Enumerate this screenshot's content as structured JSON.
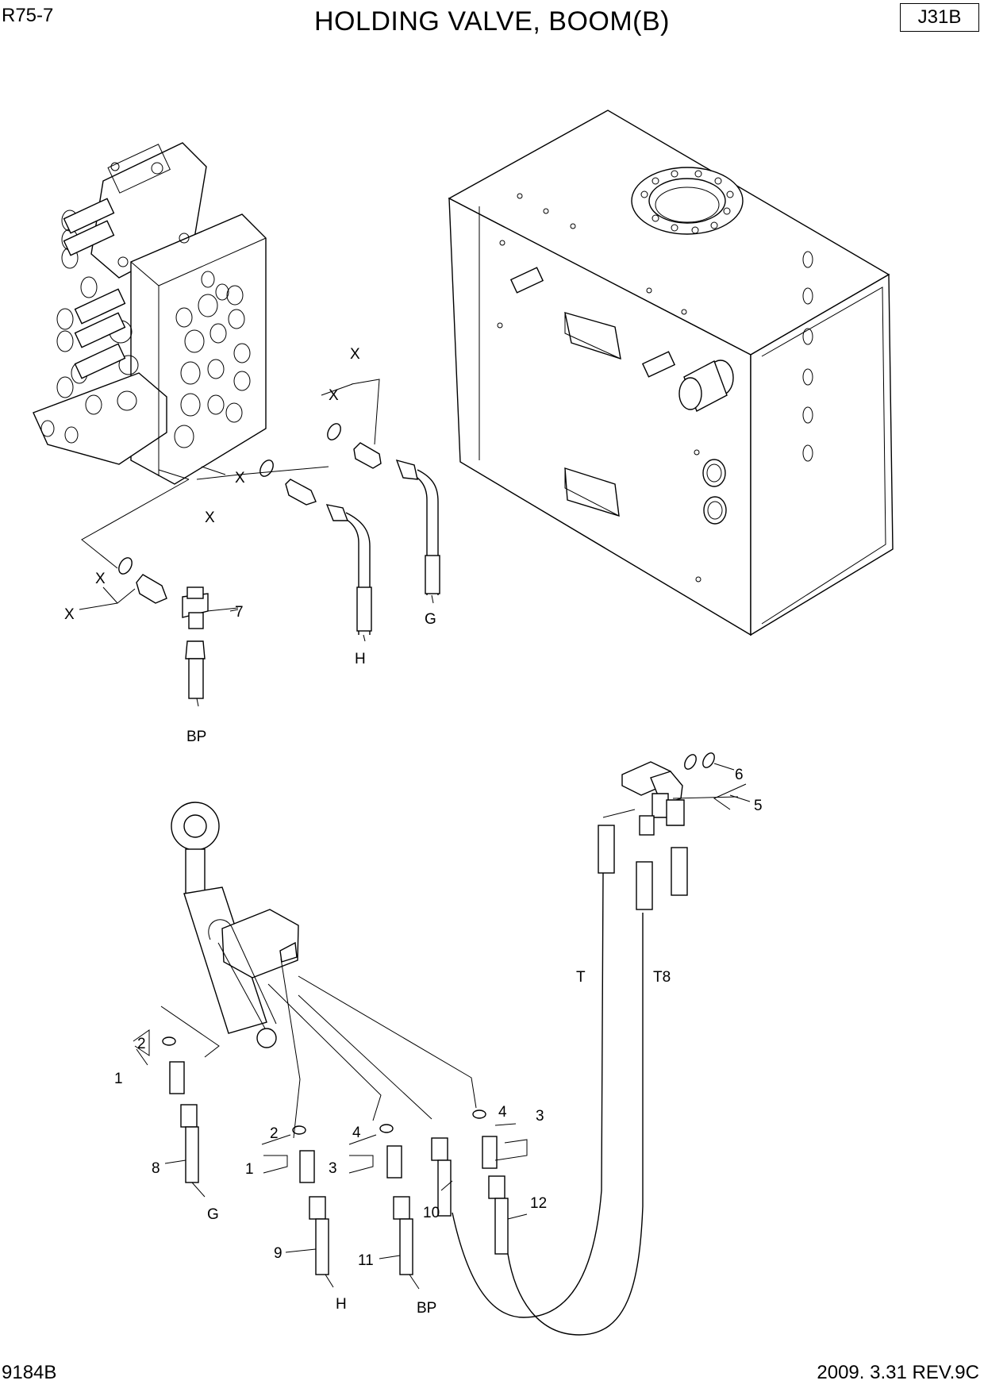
{
  "header": {
    "model": "R75-7",
    "title": "HOLDING VALVE, BOOM(B)",
    "page_code": "J31B"
  },
  "footer": {
    "drawing_number": "9184B",
    "revision_date": "2009. 3.31 REV.9C"
  },
  "callouts": {
    "x1": "X",
    "x2": "X",
    "x3": "X",
    "x4": "X",
    "x5": "X",
    "x6": "X",
    "seven": "7",
    "g_top": "G",
    "h_top": "H",
    "bp_top": "BP",
    "six": "6",
    "five": "5",
    "t": "T",
    "t8": "T8",
    "two_a": "2",
    "one_a": "1",
    "eight": "8",
    "g_bottom": "G",
    "two_b": "2",
    "one_b": "1",
    "nine": "9",
    "h_bottom": "H",
    "four_b": "4",
    "three_b": "3",
    "eleven": "11",
    "bp_bottom": "BP",
    "ten": "10",
    "four_c": "4",
    "three_c": "3",
    "twelve": "12"
  }
}
